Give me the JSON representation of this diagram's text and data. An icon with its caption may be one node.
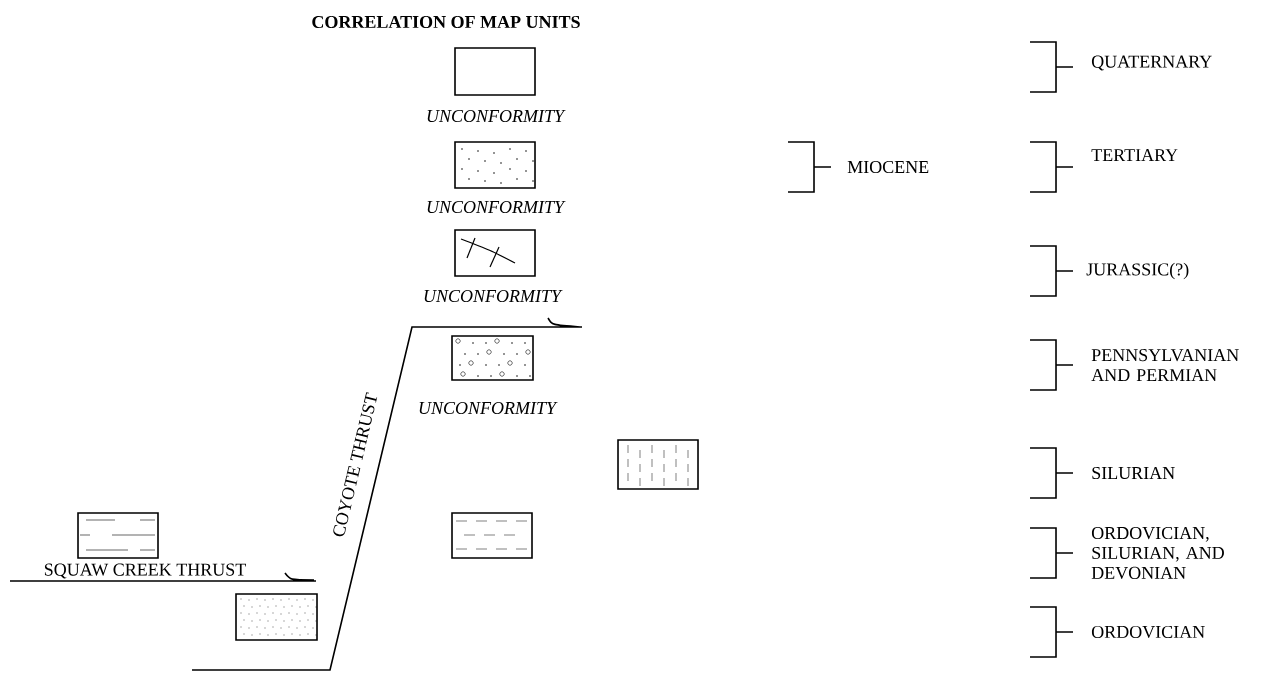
{
  "diagram": {
    "title": "CORRELATION OF MAP UNITS",
    "nodes": [
      {
        "text": [],
        "shape": "box"
      },
      {
        "text": [],
        "shape": "box"
      },
      {
        "text": [],
        "shape": "box"
      },
      {
        "text": [],
        "shape": "box"
      },
      {
        "text": [],
        "shape": "box"
      },
      {
        "text": [],
        "shape": "box"
      },
      {
        "text": [],
        "shape": "box"
      },
      {
        "text": [],
        "shape": "box"
      }
    ],
    "labels": [
      "UNCONFORMITY",
      "QUATERNARY",
      "MIOCENE",
      "TERTIARY",
      "UNCONFORMITY",
      "UNCONFORMITY",
      "JURASSIC(?)",
      "PENNSYLVANIAN AND PERMIAN",
      "COYOTE THRUST",
      "UNCONFORMITY",
      "SILURIAN",
      "ORDOVICIAN, SILURIAN, AND DEVONIAN",
      "SQUAW CREEK THRUST",
      "ORDOVICIAN"
    ]
  }
}
